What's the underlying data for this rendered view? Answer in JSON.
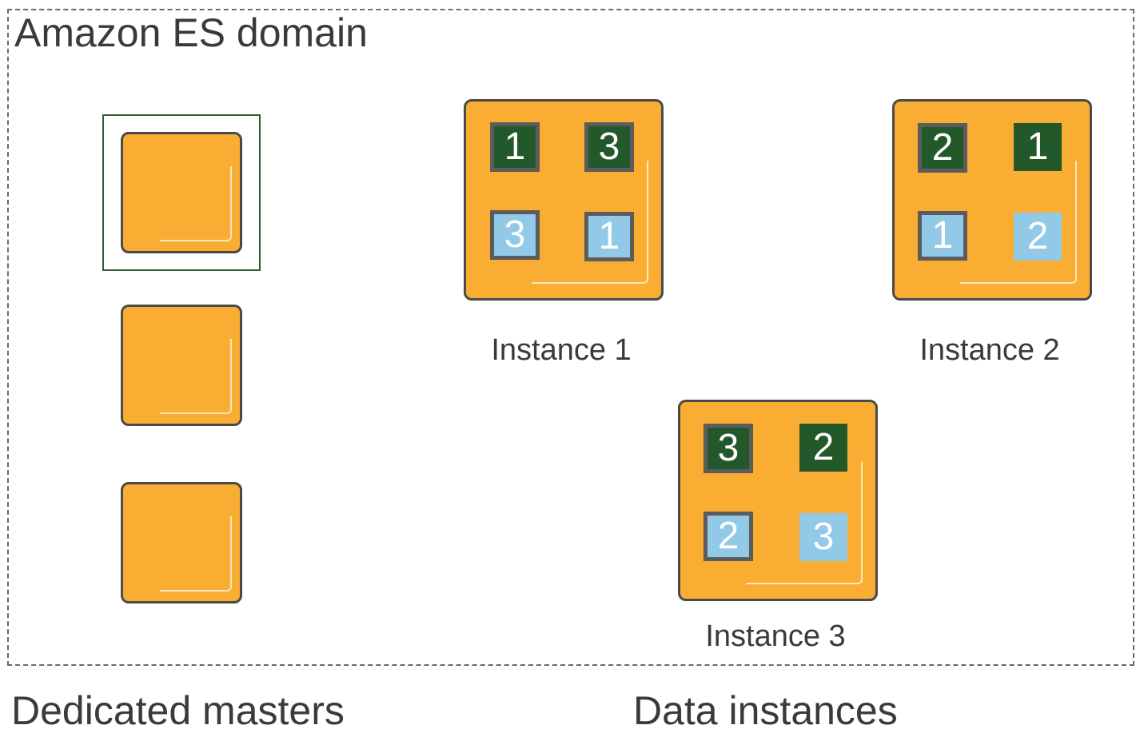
{
  "domain": {
    "title": "Amazon ES domain"
  },
  "instances": [
    {
      "label": "Instance 1",
      "shards": [
        {
          "number": "1",
          "kind": "primary"
        },
        {
          "number": "3",
          "kind": "primary"
        },
        {
          "number": "3",
          "kind": "replica"
        },
        {
          "number": "1",
          "kind": "replica"
        }
      ]
    },
    {
      "label": "Instance 2",
      "shards": [
        {
          "number": "2",
          "kind": "primary"
        },
        {
          "number": "1",
          "kind": "primary"
        },
        {
          "number": "1",
          "kind": "replica"
        },
        {
          "number": "2",
          "kind": "replica"
        }
      ]
    },
    {
      "label": "Instance 3",
      "shards": [
        {
          "number": "3",
          "kind": "primary"
        },
        {
          "number": "2",
          "kind": "primary"
        },
        {
          "number": "2",
          "kind": "replica"
        },
        {
          "number": "3",
          "kind": "replica"
        }
      ]
    }
  ],
  "footer": {
    "masters_label": "Dedicated masters",
    "data_label": "Data instances"
  },
  "colors": {
    "node": "#f9ad33",
    "primary_shard": "#23592a",
    "replica_shard": "#92c9e6",
    "selected_master_border": "#2a5c33"
  }
}
